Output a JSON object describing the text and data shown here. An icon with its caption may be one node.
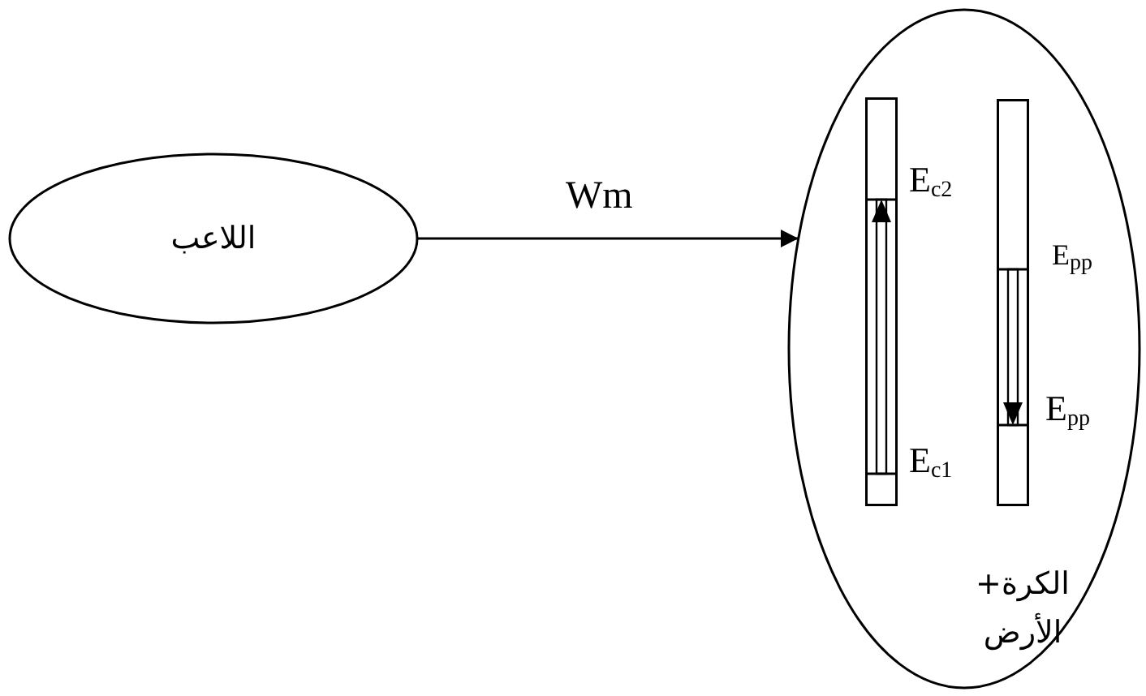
{
  "diagram": {
    "nodes": [
      {
        "text": [
          "اللاعب"
        ]
      },
      {
        "text": [
          "الكرة+ الأرض"
        ]
      },
      {
        "text": [],
        "shape": "bar",
        "in": 1,
        "beside": [
          "E$_{c2}$",
          "E$_{c1}$"
        ]
      },
      {
        "text": [],
        "shape": "bar",
        "in": 1,
        "beside": [
          "E$_{pp}$",
          "E$_{pp}$"
        ]
      }
    ],
    "edges": [
      {
        "from": 0,
        "to": 1,
        "arrow": "to",
        "label": "Wm"
      }
    ]
  }
}
